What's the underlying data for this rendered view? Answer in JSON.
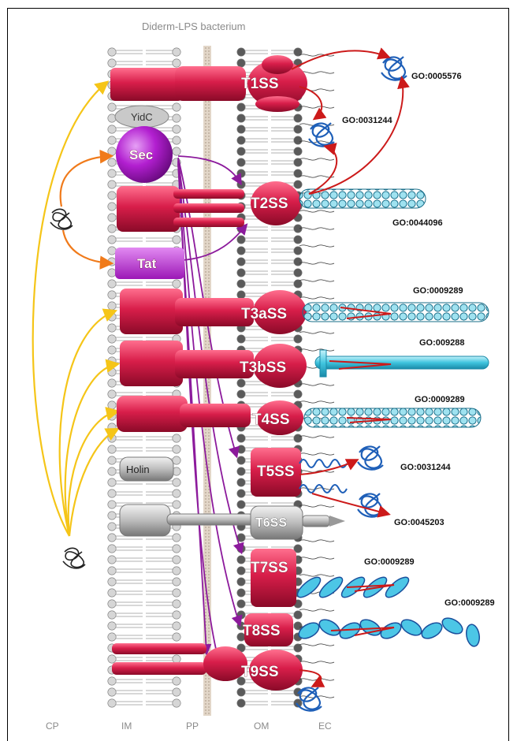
{
  "title": "Diderm-LPS bacterium",
  "regions": [
    "CP",
    "IM",
    "PP",
    "OM",
    "EC"
  ],
  "components": {
    "yidc": "YidC",
    "sec": "Sec",
    "tat": "Tat",
    "holin": "Holin"
  },
  "systems": [
    "T1SS",
    "T2SS",
    "T3aSS",
    "T3bSS",
    "T4SS",
    "T5SS",
    "T6SS",
    "T7SS",
    "T8SS",
    "T9SS"
  ],
  "go_terms": {
    "t1_a": "GO:0005576",
    "t1_b": "GO:0031244",
    "t2": "GO:0044096",
    "t3a": "GO:0009289",
    "t3b": "GO:009288",
    "t4": "GO:0009289",
    "t5": "GO:0031244",
    "t5b": "GO:0045203",
    "t7": "GO:0009289",
    "t8": "GO:0009289"
  },
  "colors": {
    "secretion_red": "#d81e4a",
    "secretion_dark": "#9e0c2e",
    "sec_purple": "#b21fd0",
    "tat_purple": "#c23ad6",
    "yellow_arrow": "#f5c518",
    "orange_arrow": "#f07a1a",
    "purple_arrow": "#8c1a9c",
    "red_arrow": "#cc1a1a",
    "pilus_cyan": "#7fd3e6",
    "protein_blue": "#1e5fb8",
    "gray_system": "#b8b8b8"
  },
  "icons": [
    "folded-protein-icon",
    "lipid-bilayer",
    "pilus",
    "needle"
  ]
}
